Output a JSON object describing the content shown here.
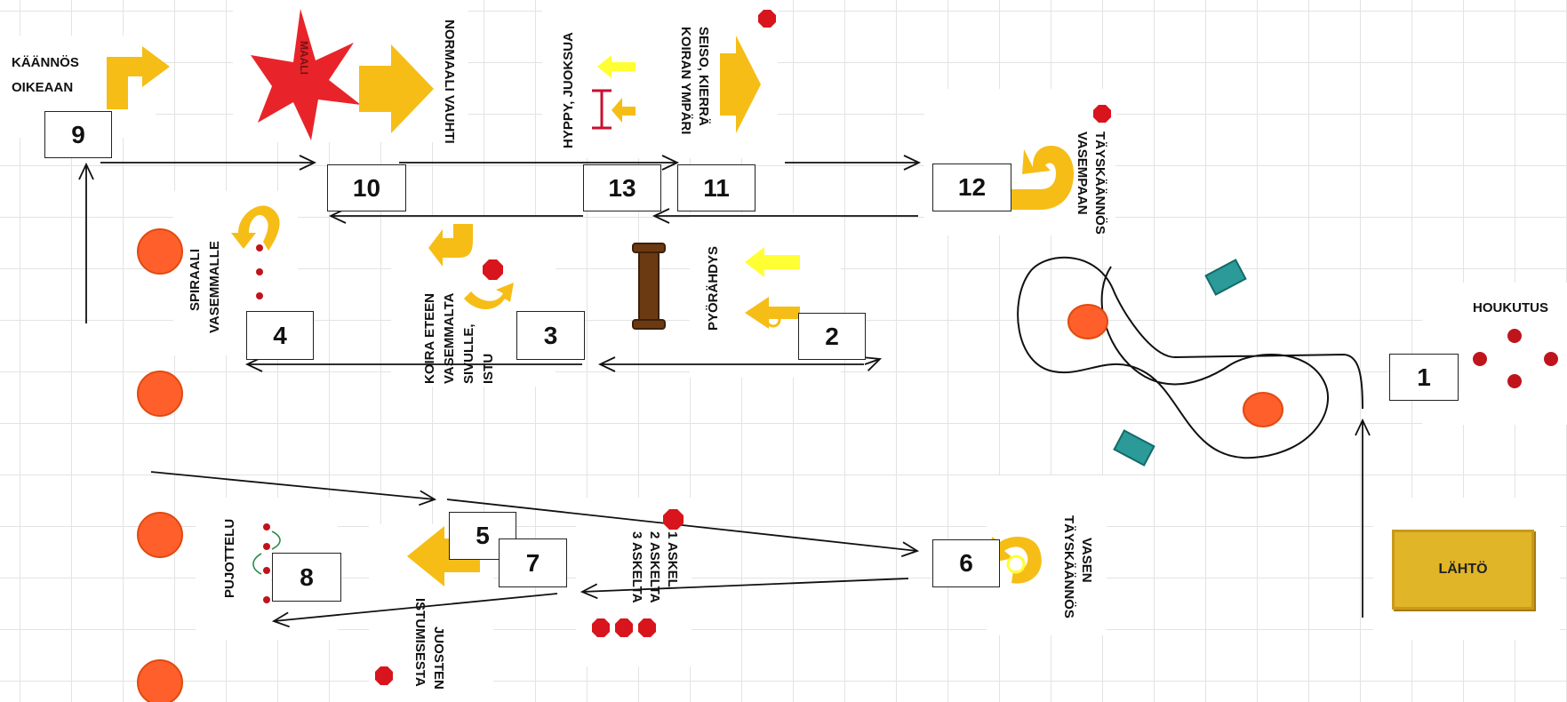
{
  "labels": {
    "kaannos_oikeaan_1": "KÄÄNNÖS",
    "kaannos_oikeaan_2": "OIKEAAN",
    "maali": "MAALI",
    "normaali_vauhti": "NORMAALI VAUHTI",
    "hyppy_juoksua": "HYPPY, JUOKSUA",
    "seiso_1": "SEISO, KIERRÄ",
    "seiso_2": "KOIRAN YMPÄRI",
    "tayskaannos_vas_1": "TÄYSKÄÄNNÖS",
    "tayskaannos_vas_2": "VASEMPAAN",
    "spiraali_1": "SPIRAALI",
    "spiraali_2": "VASEMMALLE",
    "koira_1": "KOIRA ETEEN",
    "koira_2": "VASEMMALTA",
    "koira_3": "SIVULLE,",
    "koira_4": "ISTU",
    "pyorahdys": "PYÖRÄHDYS",
    "houkutus": "HOUKUTUS",
    "pujottelu": "PUJOTTELU",
    "istumisesta_1": "ISTUMISESTA",
    "istumisesta_2": "JUOSTEN",
    "askel_1": "1 ASKEL",
    "askel_2": "2 ASKELTA",
    "askel_3": "3 ASKELTA",
    "vasen_1": "VASEN",
    "vasen_2": "TÄYSKÄÄNNÖS",
    "lahto": "LÄHTÖ"
  },
  "stations": {
    "s1": "1",
    "s2": "2",
    "s3": "3",
    "s4": "4",
    "s5": "5",
    "s6": "6",
    "s7": "7",
    "s8": "8",
    "s9": "9",
    "s10": "10",
    "s11": "11",
    "s12": "12",
    "s13": "13"
  },
  "colors": {
    "arrow_gold": "#f6bd16",
    "arrow_yellow": "#ffff33",
    "cone": "#ff5f2b",
    "cone_outline": "#e04a10",
    "stop_sign": "#d8141c",
    "star": "#e8242a",
    "jump_bar": "#c8102e",
    "log": "#6b3a12",
    "teal_marker": "#2b9a98",
    "grid": "#e3e3e3",
    "line": "#111111"
  }
}
